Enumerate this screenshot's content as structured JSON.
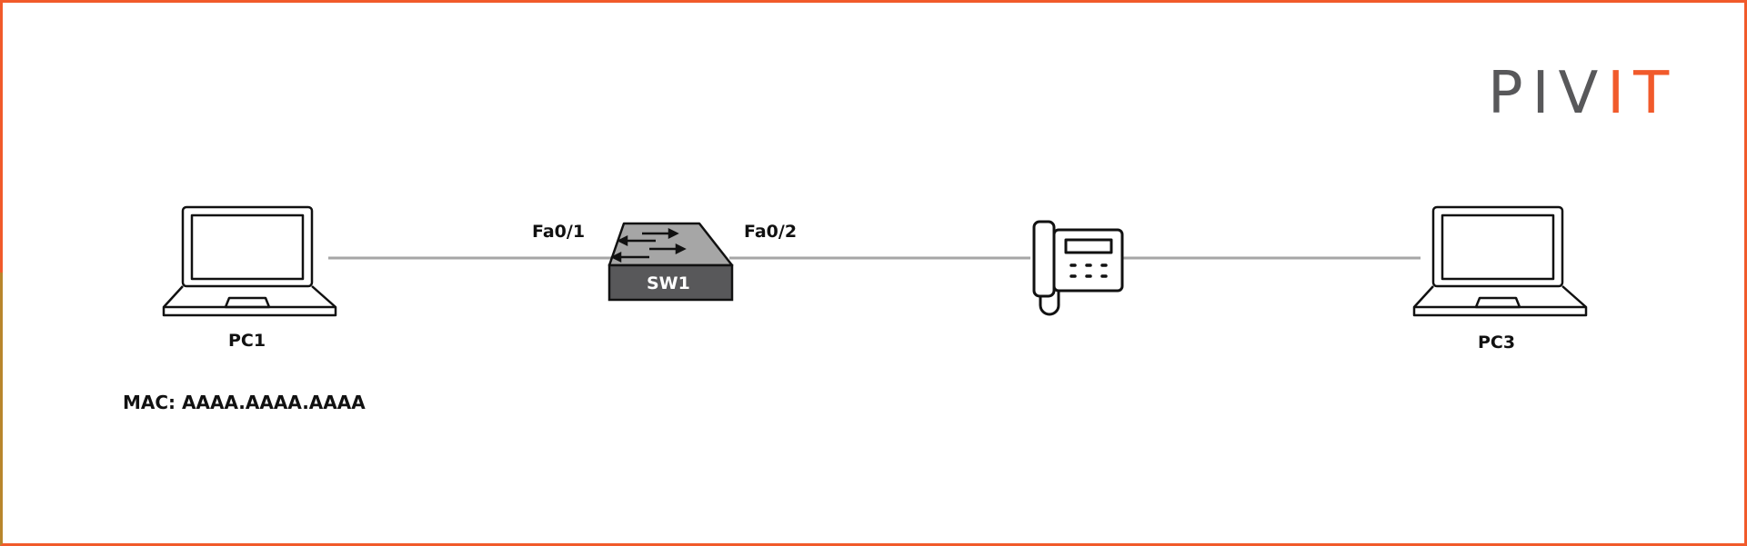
{
  "logo": {
    "text": "PIVIT",
    "part1": "PIV",
    "part2": "IT"
  },
  "devices": {
    "pc1": {
      "label": "PC1",
      "mac": "MAC: AAAA.AAAA.AAAA"
    },
    "switch": {
      "label": "SW1",
      "port_left": "Fa0/1",
      "port_right": "Fa0/2"
    },
    "phone": {
      "icon": "ip-phone-icon"
    },
    "pc3": {
      "label": "PC3"
    }
  },
  "colors": {
    "accent": "#f15a2b",
    "link": "#a6a6a6",
    "switch_top": "#a6a6a6",
    "switch_body": "#58585a"
  }
}
